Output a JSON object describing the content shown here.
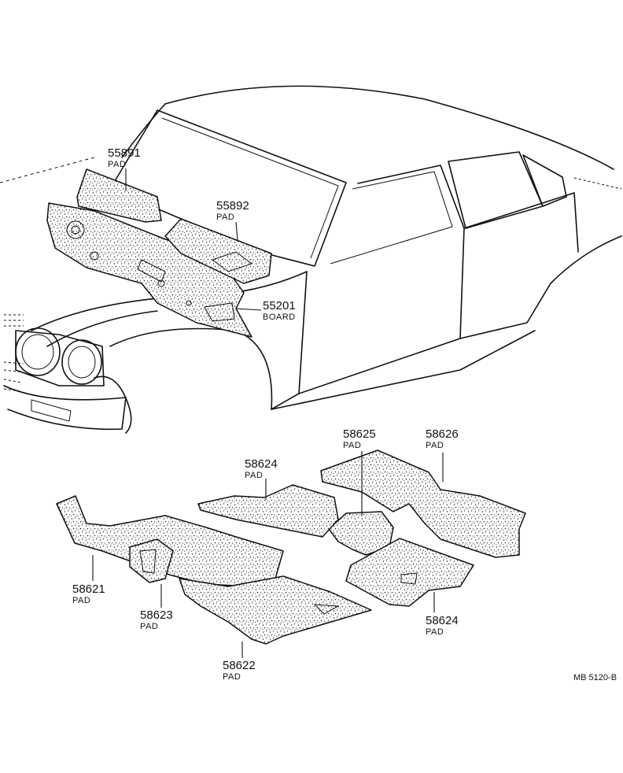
{
  "callouts": {
    "c55891": {
      "number": "55891",
      "desc": "PAD"
    },
    "c55892": {
      "number": "55892",
      "desc": "PAD"
    },
    "c55201": {
      "number": "55201",
      "desc": "BOARD"
    },
    "c58625": {
      "number": "58625",
      "desc": "PAD"
    },
    "c58626": {
      "number": "58626",
      "desc": "PAD"
    },
    "c58624a": {
      "number": "58624",
      "desc": "PAD"
    },
    "c58621": {
      "number": "58621",
      "desc": "PAD"
    },
    "c58623": {
      "number": "58623",
      "desc": "PAD"
    },
    "c58624b": {
      "number": "58624",
      "desc": "PAD"
    },
    "c58622": {
      "number": "58622",
      "desc": "PAD"
    }
  },
  "figure_code": "MB 5120-B"
}
